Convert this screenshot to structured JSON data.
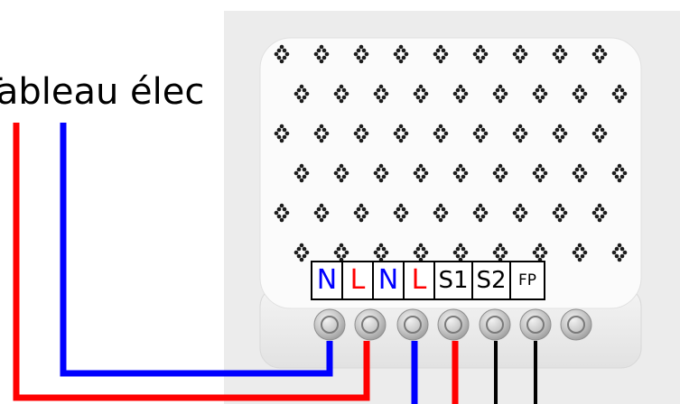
{
  "caption": "Tableau élec",
  "colors": {
    "neutral": "#0000ff",
    "live": "#ff0000",
    "switch": "#000000",
    "module_face": "#fbfbfb",
    "background_panel": "#ececec"
  },
  "terminals": [
    {
      "label": "N",
      "color": "#0000ff"
    },
    {
      "label": "L",
      "color": "#ff0000"
    },
    {
      "label": "N",
      "color": "#0000ff"
    },
    {
      "label": "L",
      "color": "#ff0000"
    },
    {
      "label": "S1",
      "color": "#000000"
    },
    {
      "label": "S2",
      "color": "#000000"
    },
    {
      "label": "FP",
      "color": "#000000"
    }
  ]
}
